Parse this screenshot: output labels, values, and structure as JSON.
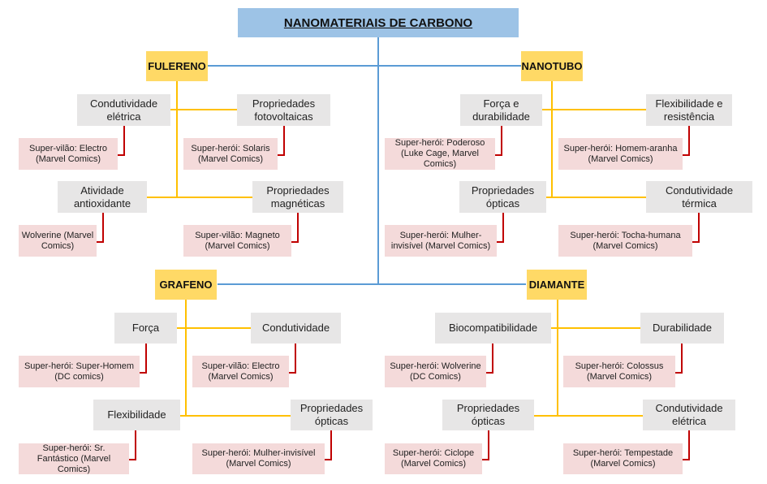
{
  "title": "NANOMATERIAIS DE CARBONO",
  "colors": {
    "title_bg": "#9dc3e6",
    "category_bg": "#ffd966",
    "property_bg": "#e7e6e6",
    "hero_bg": "#f4dada",
    "main_connector": "#5b9bd5",
    "category_connector": "#ffc000",
    "hero_connector": "#c00000"
  },
  "categories": {
    "fulereno": {
      "label": "FULERENO",
      "properties": [
        {
          "label": "Condutividade elétrica",
          "hero": "Super-vilão: Electro (Marvel Comics)"
        },
        {
          "label": "Propriedades fotovoltaicas",
          "hero": "Super-herói: Solaris (Marvel Comics)"
        },
        {
          "label": "Atividade antioxidante",
          "hero": "Wolverine (Marvel Comics)"
        },
        {
          "label": "Propriedades magnéticas",
          "hero": "Super-vilão: Magneto (Marvel Comics)"
        }
      ]
    },
    "nanotubo": {
      "label": "NANOTUBO",
      "properties": [
        {
          "label": "Força e durabilidade",
          "hero": "Super-herói: Poderoso (Luke Cage, Marvel Comics)"
        },
        {
          "label": "Flexibilidade e resistência",
          "hero": "Super-herói: Homem-aranha (Marvel Comics)"
        },
        {
          "label": "Propriedades ópticas",
          "hero": "Super-herói: Mulher-invisível (Marvel Comics)"
        },
        {
          "label": "Condutividade térmica",
          "hero": "Super-herói: Tocha-humana (Marvel Comics)"
        }
      ]
    },
    "grafeno": {
      "label": "GRAFENO",
      "properties": [
        {
          "label": "Força",
          "hero": "Super-herói: Super-Homem (DC comics)"
        },
        {
          "label": "Condutividade",
          "hero": "Super-vilão: Electro (Marvel Comics)"
        },
        {
          "label": "Flexibilidade",
          "hero": "Super-herói: Sr. Fantástico (Marvel Comics)"
        },
        {
          "label": "Propriedades ópticas",
          "hero": "Super-herói: Mulher-invisível (Marvel Comics)"
        }
      ]
    },
    "diamante": {
      "label": "DIAMANTE",
      "properties": [
        {
          "label": "Biocompatibilidade",
          "hero": "Super-herói: Wolverine (DC Comics)"
        },
        {
          "label": "Durabilidade",
          "hero": "Super-herói: Colossus (Marvel Comics)"
        },
        {
          "label": "Propriedades ópticas",
          "hero": "Super-herói: Ciclope (Marvel Comics)"
        },
        {
          "label": "Condutividade elétrica",
          "hero": "Super-herói: Tempestade (Marvel Comics)"
        }
      ]
    }
  }
}
